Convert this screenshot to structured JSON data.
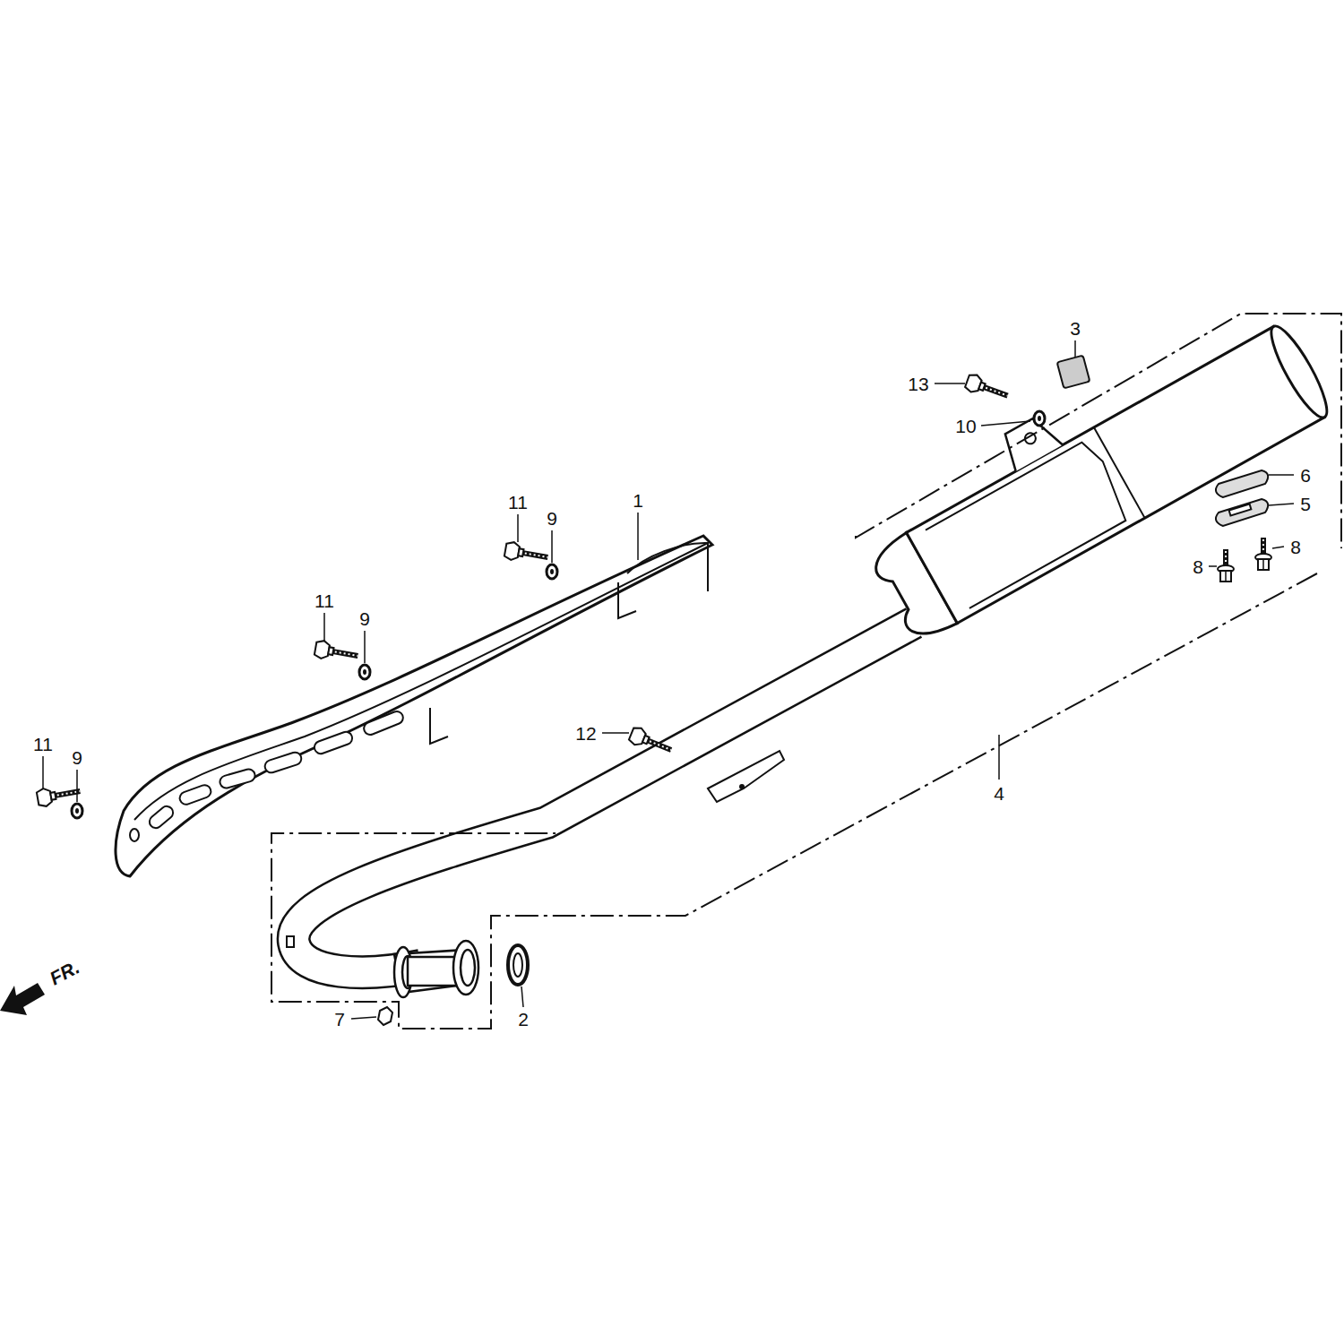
{
  "diagram": {
    "labels": [
      "3",
      "13",
      "10",
      "6",
      "5",
      "11",
      "9",
      "1",
      "8",
      "8",
      "11",
      "9",
      "12",
      "11",
      "9",
      "4",
      "FR.",
      "7",
      "2"
    ]
  }
}
